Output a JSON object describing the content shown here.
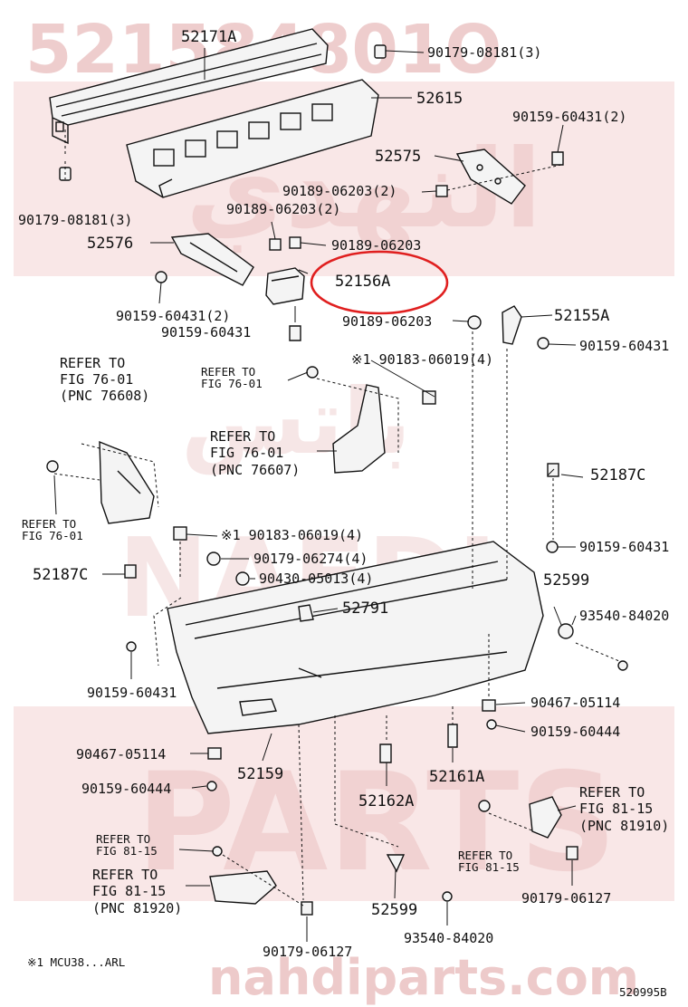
{
  "watermark": {
    "part_number": "521584801O",
    "brand_bottom": "nahdiparts.com",
    "naedi": "NAEDI",
    "parts": "PARTS",
    "arabic": "النهدي",
    "arabic2": "باتس"
  },
  "labels": {
    "l52171A": "52171A",
    "l90179_08181_top": "90179-08181(3)",
    "l52615": "52615",
    "l90159_60431_a": "90159-60431(2)",
    "l52575": "52575",
    "l90179_08181_left": "90179-08181(3)",
    "l90189_06203_2a": "90189-06203(2)",
    "l90189_06203_2b": "90189-06203(2)",
    "l52576": "52576",
    "l90189_06203_c": "90189-06203",
    "l52156A": "52156A",
    "l90159_60431_2": "90159-60431(2)",
    "l90159_60431_b": "90159-60431",
    "l90189_06203_d": "90189-06203",
    "l52155A": "52155A",
    "l90159_60431_c": "90159-60431",
    "refer_76608_1": "REFER TO",
    "refer_76608_2": "FIG 76-01",
    "refer_76608_3": "(PNC 76608)",
    "refer_fig76_a1": "REFER TO",
    "refer_fig76_a2": "FIG 76-01",
    "l90183_06019_a": "※1 90183-06019(4)",
    "refer_76607_1": "REFER TO",
    "refer_76607_2": "FIG 76-01",
    "refer_76607_3": "(PNC 76607)",
    "l52187C_right": "52187C",
    "refer_fig76_b1": "REFER TO",
    "refer_fig76_b2": "FIG 76-01",
    "l90183_06019_b": "※1 90183-06019(4)",
    "l90159_60431_d": "90159-60431",
    "l90179_06274": "90179-06274(4)",
    "l52187C_left": "52187C",
    "l90430_05013": "90430-05013(4)",
    "l52599_top": "52599",
    "l52791": "52791",
    "l93540_84020_top": "93540-84020",
    "l90159_60431_e": "90159-60431",
    "l90467_05114_right": "90467-05114",
    "l90159_60444_right": "90159-60444",
    "l90467_05114_left": "90467-05114",
    "l52159": "52159",
    "l52161A": "52161A",
    "l90159_60444_left": "90159-60444",
    "l52162A": "52162A",
    "refer_81910_1": "REFER TO",
    "refer_81910_2": "FIG 81-15",
    "refer_81910_3": "(PNC 81910)",
    "refer_fig81_a1": "REFER TO",
    "refer_fig81_a2": "FIG 81-15",
    "refer_fig81_b1": "REFER TO",
    "refer_fig81_b2": "FIG 81-15",
    "refer_81920_1": "REFER TO",
    "refer_81920_2": "FIG 81-15",
    "refer_81920_3": "(PNC 81920)",
    "l52599_bottom": "52599",
    "l90179_06127_right": "90179-06127",
    "l93540_84020_bottom": "93540-84020",
    "l90179_06127_bottom": "90179-06127"
  },
  "footnote": "※1   MCU38...ARL",
  "figure_code": "520995B",
  "highlight_color": "#e01f1f",
  "watermark_color": "#e8b9b9"
}
